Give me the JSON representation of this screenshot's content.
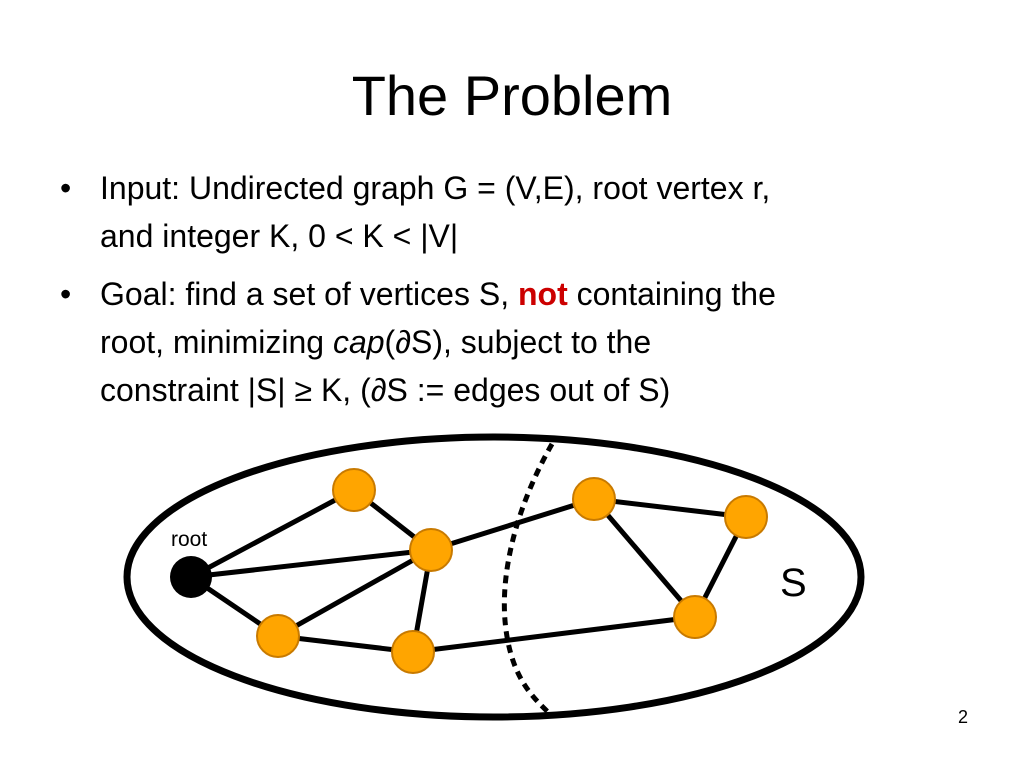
{
  "slide": {
    "title": "The Problem",
    "page_number": "2"
  },
  "bullets": [
    {
      "marker": "•",
      "line1": "Input: Undirected graph G = (V,E), root vertex r,",
      "line2": "and integer K, 0 < K < |V|"
    },
    {
      "marker": "•",
      "line1_a": "Goal: find a set of vertices S, ",
      "line1_emph": "not",
      "line1_b": " containing the",
      "line2_a": "root, minimizing ",
      "line2_italic": "cap",
      "line2_b": "(∂S), subject to the",
      "line3": "constraint |S| ≥ K, (∂S := edges out of S)"
    }
  ],
  "diagram": {
    "root_label": "root",
    "set_label": "S",
    "colors": {
      "vertex_fill": "#ffa500",
      "vertex_stroke": "#c87a00",
      "root_fill": "#000000",
      "edge": "#000000"
    }
  }
}
